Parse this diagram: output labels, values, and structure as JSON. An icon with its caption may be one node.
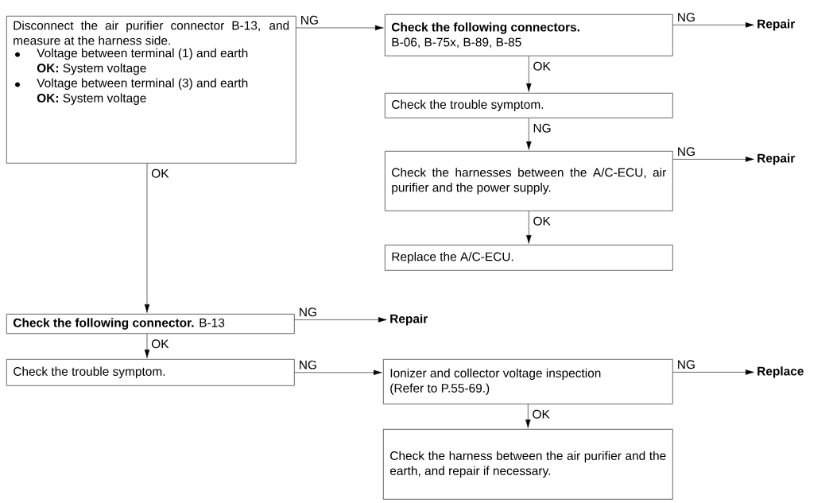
{
  "diagram": {
    "nodes": [
      {
        "text": [
          "Disconnect the air purifier connector B-13, and measure at the harness side.",
          "Voltage between terminal (1) and earth",
          "**OK:** System voltage",
          "Voltage between terminal (3) and earth",
          "**OK:** System voltage"
        ]
      },
      {
        "text": [
          "Check the following connectors.",
          "B-06, B-75x, B-89, B-85"
        ]
      },
      {
        "text": [
          "Repair"
        ]
      },
      {
        "text": [
          "Check the trouble symptom."
        ]
      },
      {
        "text": [
          "Check the harnesses between the A/C-ECU, air purifier and the power supply."
        ]
      },
      {
        "text": [
          "Repair"
        ]
      },
      {
        "text": [
          "Replace the A/C-ECU."
        ]
      },
      {
        "text": [
          "**Check the following connector.** B-13"
        ]
      },
      {
        "text": [
          "Repair"
        ]
      },
      {
        "text": [
          "Check the trouble symptom."
        ]
      },
      {
        "text": [
          "Ionizer and collector voltage inspection",
          "(Refer to P.55-69.)"
        ]
      },
      {
        "text": [
          "Replace"
        ]
      },
      {
        "text": [
          "Check the harness between the air purifier and the earth, and repair if necessary."
        ]
      }
    ],
    "edges": [
      {
        "from": 0,
        "to": 1,
        "arrow": "to",
        "label": "NG"
      },
      {
        "from": 1,
        "to": 2,
        "arrow": "to",
        "label": "NG"
      },
      {
        "from": 1,
        "to": 3,
        "arrow": "to",
        "label": "OK"
      },
      {
        "from": 3,
        "to": 4,
        "arrow": "to",
        "label": "NG"
      },
      {
        "from": 4,
        "to": 5,
        "arrow": "to",
        "label": "NG"
      },
      {
        "from": 4,
        "to": 6,
        "arrow": "to",
        "label": "OK"
      },
      {
        "from": 0,
        "to": 7,
        "arrow": "to",
        "label": "OK"
      },
      {
        "from": 7,
        "to": 8,
        "arrow": "to",
        "label": "NG"
      },
      {
        "from": 7,
        "to": 9,
        "arrow": "to",
        "label": "OK"
      },
      {
        "from": 9,
        "to": 10,
        "arrow": "to",
        "label": "NG"
      },
      {
        "from": 10,
        "to": 11,
        "arrow": "to",
        "label": "NG"
      },
      {
        "from": 10,
        "to": 12,
        "arrow": "to",
        "label": "OK"
      }
    ]
  }
}
